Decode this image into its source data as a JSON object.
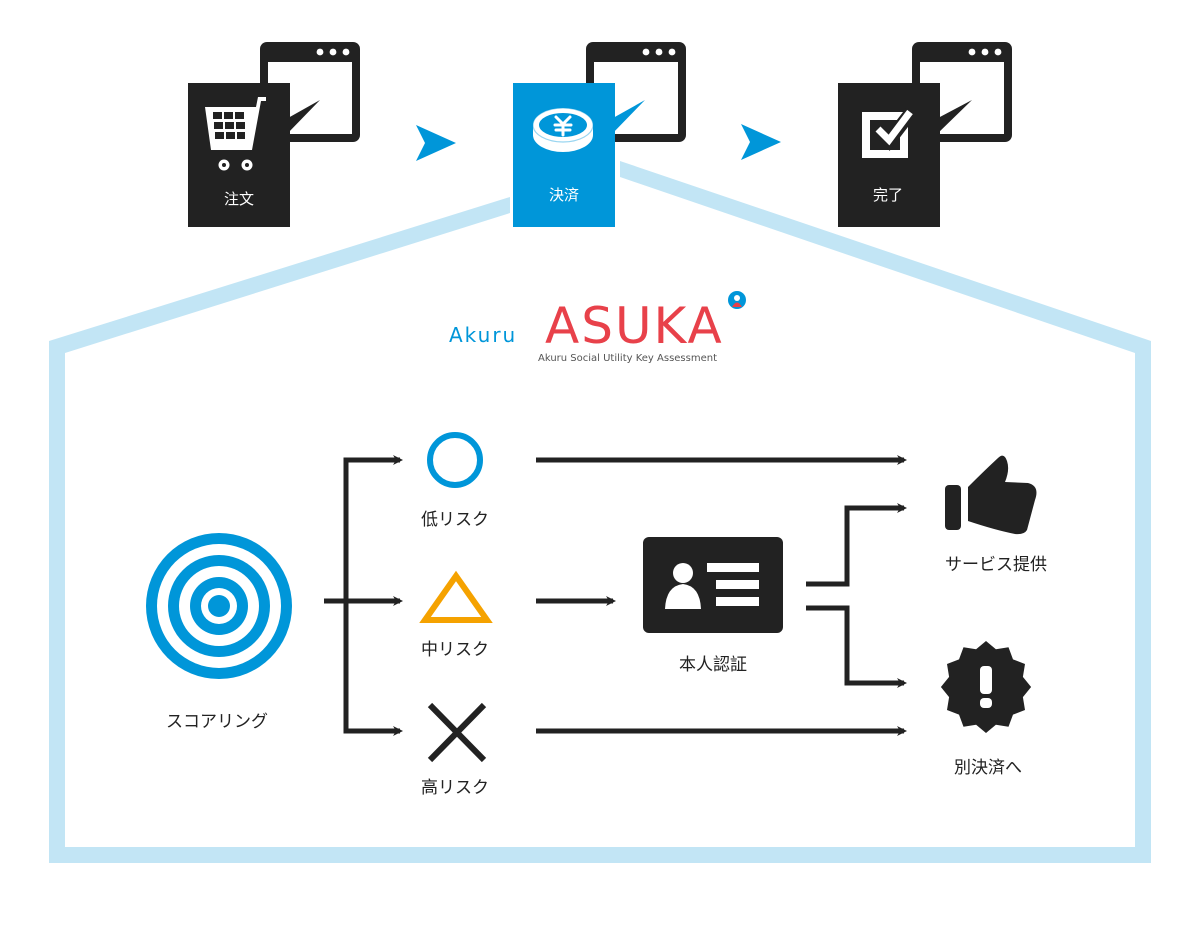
{
  "colors": {
    "dark": "#222222",
    "accent_blue": "#0096d9",
    "frame_light_blue": "#c2e5f5",
    "asuka_red": "#e8414a",
    "akuru_blue": "#0096d9",
    "akuru_green": "#22a548",
    "triangle_orange": "#f5a200",
    "subtitle_gray": "#555555"
  },
  "steps": [
    {
      "label": "注文",
      "icon": "shopping-cart-icon",
      "active": false
    },
    {
      "label": "決済",
      "icon": "yen-coin-icon",
      "active": true
    },
    {
      "label": "完了",
      "icon": "checkbox-check-icon",
      "active": false
    }
  ],
  "logo": {
    "prefix": "Akuru",
    "name": "ASUKA",
    "tagline": "Akuru Social Utility Key Assessment",
    "badge_icon": "person-badge-icon"
  },
  "flow": {
    "scoring": {
      "label": "スコアリング",
      "icon": "target-icon"
    },
    "risks": [
      {
        "label": "低リスク",
        "icon": "circle-icon",
        "symbol": "○"
      },
      {
        "label": "中リスク",
        "icon": "triangle-icon",
        "symbol": "△"
      },
      {
        "label": "高リスク",
        "icon": "cross-icon",
        "symbol": "×"
      }
    ],
    "verification": {
      "label": "本人認証",
      "icon": "id-card-icon"
    },
    "outcomes": [
      {
        "label": "サービス提供",
        "icon": "thumbs-up-icon"
      },
      {
        "label": "別決済へ",
        "icon": "alert-badge-icon"
      }
    ]
  }
}
